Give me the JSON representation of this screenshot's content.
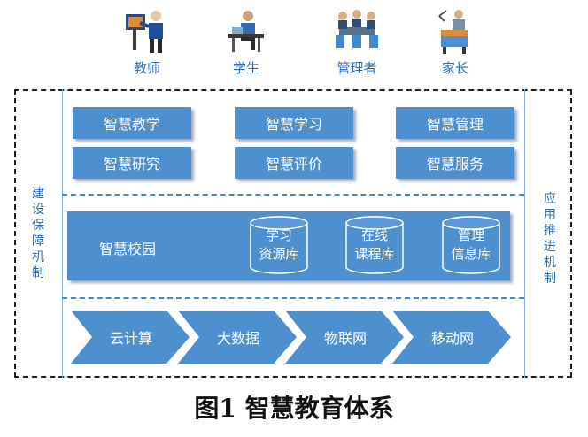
{
  "users": [
    {
      "label": "教师",
      "icon": "teacher-icon"
    },
    {
      "label": "学生",
      "icon": "student-icon"
    },
    {
      "label": "管理者",
      "icon": "managers-icon"
    },
    {
      "label": "家长",
      "icon": "parent-icon"
    }
  ],
  "left_label": "建设保障机制",
  "right_label": "应用推进机制",
  "applications": [
    "智慧教学",
    "智慧学习",
    "智慧管理",
    "智慧研究",
    "智慧评价",
    "智慧服务"
  ],
  "campus": {
    "label": "智慧校园",
    "databases": [
      {
        "line1": "学习",
        "line2": "资源库"
      },
      {
        "line1": "在线",
        "line2": "课程库"
      },
      {
        "line1": "管理",
        "line2": "信息库"
      }
    ]
  },
  "technologies": [
    "云计算",
    "大数据",
    "物联网",
    "移动网"
  ],
  "caption": "图1  智慧教育体系",
  "colors": {
    "box": "#4e8fd0",
    "label": "#2f6db3",
    "separator": "#3d8ad0",
    "frame": "#222222"
  }
}
